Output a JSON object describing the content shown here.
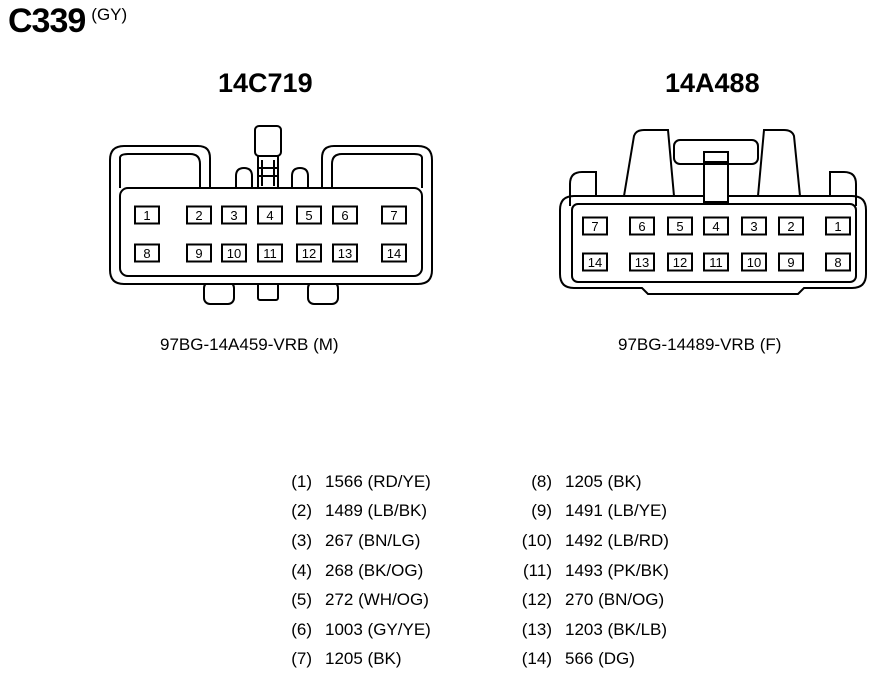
{
  "header": {
    "title": "C339",
    "color_code": "(GY)"
  },
  "connectors": [
    {
      "id": "14C719",
      "part_number": "97BG-14A459-VRB (M)",
      "rows": [
        [
          "1",
          "2",
          "3",
          "4",
          "5",
          "6",
          "7"
        ],
        [
          "8",
          "9",
          "10",
          "11",
          "12",
          "13",
          "14"
        ]
      ]
    },
    {
      "id": "14A488",
      "part_number": "97BG-14489-VRB (F)",
      "rows": [
        [
          "7",
          "6",
          "5",
          "4",
          "3",
          "2",
          "1"
        ],
        [
          "14",
          "13",
          "12",
          "11",
          "10",
          "9",
          "8"
        ]
      ]
    }
  ],
  "pinout": {
    "left": [
      {
        "pin": "(1)",
        "circuit": "1566 (RD/YE)"
      },
      {
        "pin": "(2)",
        "circuit": "1489 (LB/BK)"
      },
      {
        "pin": "(3)",
        "circuit": "267 (BN/LG)"
      },
      {
        "pin": "(4)",
        "circuit": "268 (BK/OG)"
      },
      {
        "pin": "(5)",
        "circuit": "272 (WH/OG)"
      },
      {
        "pin": "(6)",
        "circuit": "1003 (GY/YE)"
      },
      {
        "pin": "(7)",
        "circuit": "1205 (BK)"
      }
    ],
    "right": [
      {
        "pin": "(8)",
        "circuit": "1205 (BK)"
      },
      {
        "pin": "(9)",
        "circuit": "1491 (LB/YE)"
      },
      {
        "pin": "(10)",
        "circuit": "1492 (LB/RD)"
      },
      {
        "pin": "(11)",
        "circuit": "1493 (PK/BK)"
      },
      {
        "pin": "(12)",
        "circuit": "270 (BN/OG)"
      },
      {
        "pin": "(13)",
        "circuit": "1203 (BK/LB)"
      },
      {
        "pin": "(14)",
        "circuit": "566 (DG)"
      }
    ]
  }
}
